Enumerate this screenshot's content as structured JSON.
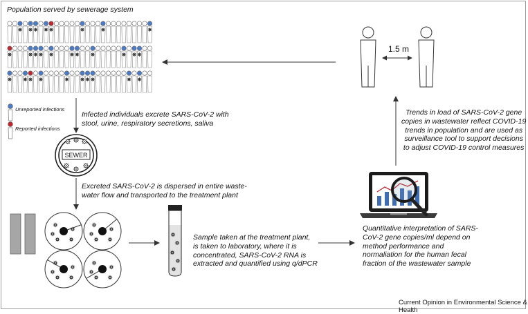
{
  "labels": {
    "population": "Population served by sewerage system",
    "unreported": "Unreported infections",
    "reported": "Reported infections",
    "excrete_1": "Infected individuals excrete SARS-CoV-2 with",
    "excrete_2": "stool, urine, respiratory secretions, saliva",
    "sewer": "SEWER",
    "dispersed_1": "Excreted SARS-CoV-2 is dispersed in entire waste-",
    "dispersed_2": "water flow and transported to the treatment plant",
    "sample_1": "Sample taken at the treatment plant,",
    "sample_2": "is taken to laboratory, where it is",
    "sample_3": "concentrated, SARS-CoV-2 RNA is",
    "sample_4": "extracted and quantified using q/dPCR",
    "quant_1": "Quantitative interpretation of SARS-",
    "quant_2": "CoV-2 gene copies/ml depend on",
    "quant_3": "method performance and",
    "quant_4": "normaliation for the human fecal",
    "quant_5": "fraction of the wastewater sample",
    "trends_1": "Trends in load of SARS-CoV-2 gene",
    "trends_2": "copies in wastewater reflect COVID-19",
    "trends_3": "trends in population and are used as",
    "trends_4": "surveillance tool to support decisions",
    "trends_5": "to adjust COVID-19 control measures",
    "distance": "1.5 m",
    "credit": "Current Opinion in Environmental Science & Health"
  },
  "colors": {
    "unreported": "#4a7cc7",
    "reported": "#c0262d",
    "arrow": "#333333",
    "tank_fill": "#d9d9d9",
    "bar_fill": "#a6a6a6",
    "virus": "#222222"
  },
  "population_rows": [
    [
      "w",
      "w",
      "u",
      "w",
      "u",
      "u",
      "w",
      "u",
      "r",
      "w",
      "w",
      "w",
      "w",
      "w",
      "u",
      "w",
      "w",
      "w",
      "u",
      "w",
      "w",
      "w",
      "w",
      "w",
      "w",
      "w",
      "w",
      "u"
    ],
    [
      "r",
      "w",
      "w",
      "w",
      "u",
      "u",
      "u",
      "w",
      "u",
      "w",
      "w",
      "w",
      "u",
      "u",
      "w",
      "w",
      "u",
      "w",
      "w",
      "w",
      "w",
      "w",
      "u",
      "w",
      "u",
      "u",
      "w",
      "w"
    ],
    [
      "u",
      "w",
      "w",
      "u",
      "r",
      "w",
      "u",
      "w",
      "w",
      "w",
      "w",
      "u",
      "w",
      "w",
      "u",
      "u",
      "u",
      "w",
      "w",
      "w",
      "w",
      "w",
      "w",
      "u",
      "w",
      "u",
      "w",
      "w"
    ]
  ]
}
